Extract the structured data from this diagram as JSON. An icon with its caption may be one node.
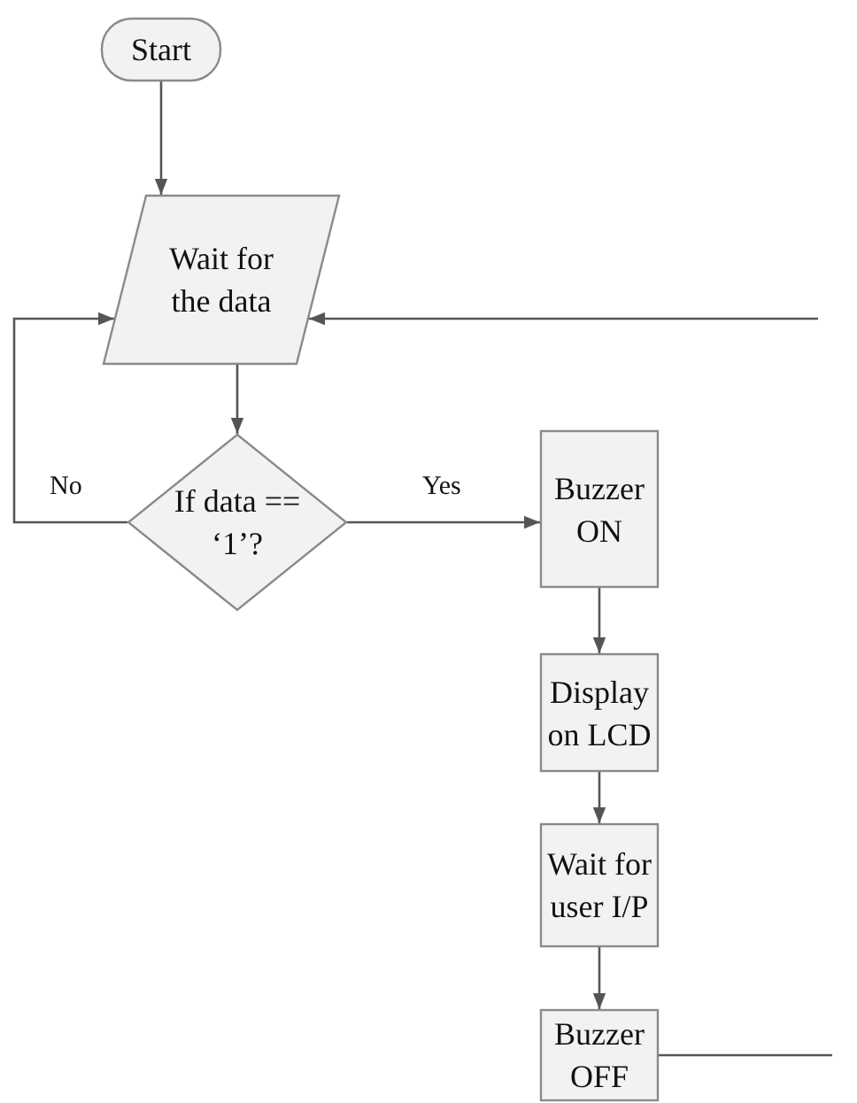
{
  "diagram": {
    "nodes": [
      {
        "text": [
          "Start"
        ]
      },
      {
        "text": [
          "Wait for the data"
        ]
      },
      {
        "text": [
          "If data == ‘1’?"
        ]
      },
      {
        "text": [
          "Buzzer ON"
        ]
      },
      {
        "text": [
          "Display on LCD"
        ]
      },
      {
        "text": [
          "Wait for user I/P"
        ]
      },
      {
        "text": [
          "Buzzer OFF"
        ]
      }
    ],
    "edges": [
      {
        "from": 0,
        "to": 1,
        "arrow": "to"
      },
      {
        "from": 1,
        "to": 2,
        "arrow": "to"
      },
      {
        "from": 2,
        "to": 1,
        "arrow": "to",
        "label": "No"
      },
      {
        "from": 2,
        "to": 3,
        "arrow": "to",
        "label": "Yes"
      },
      {
        "from": 3,
        "to": 4,
        "arrow": "to"
      },
      {
        "from": 4,
        "to": 5,
        "arrow": "to"
      },
      {
        "from": 5,
        "to": 6,
        "arrow": "to"
      },
      {
        "from": 6,
        "to": null,
        "arrow": "none"
      },
      {
        "from": null,
        "to": 1,
        "arrow": "to"
      }
    ]
  }
}
